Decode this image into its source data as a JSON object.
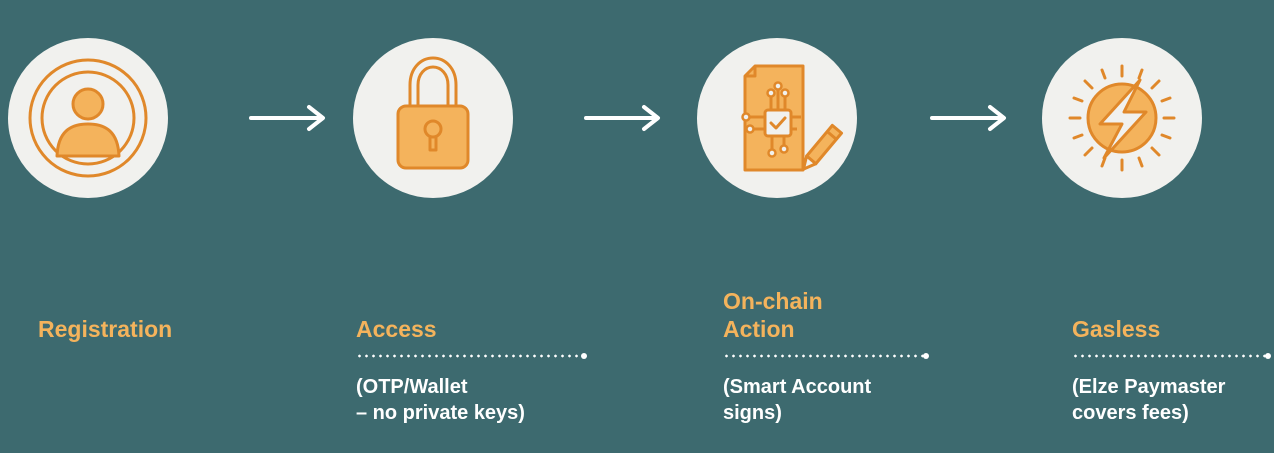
{
  "steps": [
    {
      "title_lines": [
        "Registration"
      ],
      "desc_lines": [],
      "icon": "user-profile-icon"
    },
    {
      "title_lines": [
        "Access"
      ],
      "desc_lines": [
        "(OTP/Wallet",
        "– no private keys)"
      ],
      "icon": "padlock-icon"
    },
    {
      "title_lines": [
        "On-chain",
        "Action"
      ],
      "desc_lines": [
        "(Smart Account",
        "signs)"
      ],
      "icon": "smart-contract-chip-icon"
    },
    {
      "title_lines": [
        "Gasless"
      ],
      "desc_lines": [
        "(Elze Paymaster",
        "covers fees)"
      ],
      "icon": "lightning-sun-icon"
    }
  ],
  "colors": {
    "background": "#3d6a6f",
    "circle": "#f1f1ee",
    "accent": "#f4b35c",
    "icon_stroke": "#e0882a",
    "text": "#ffffff"
  }
}
